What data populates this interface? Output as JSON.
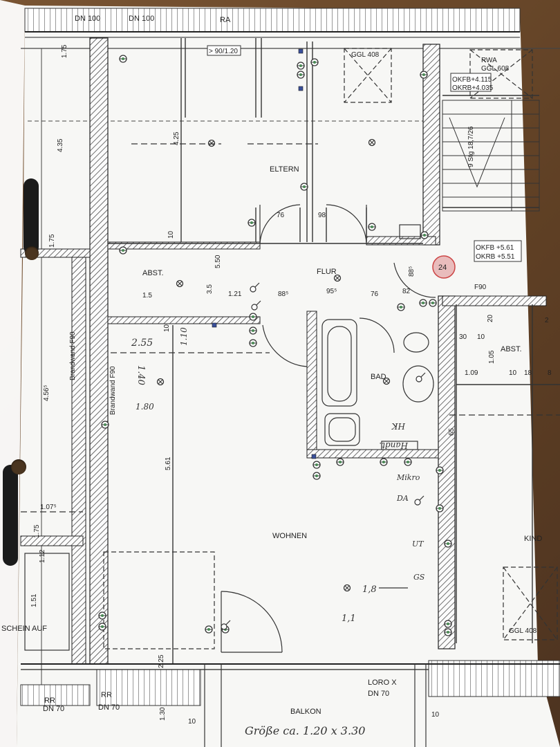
{
  "plan": {
    "top_labels": [
      "DN 100",
      "DN 100",
      "RA"
    ],
    "opening_label": "> 90/1.20",
    "skylights": [
      {
        "label": "GGL 408"
      },
      {
        "label": "RWA",
        "sub": "GGL 608"
      },
      {
        "label": "GGL 408"
      }
    ],
    "levels_top": [
      "OKFB+4.115",
      "OKRB+4.035"
    ],
    "levels_stair": [
      "OKFB +5.61",
      "OKRB +5.51"
    ],
    "stair_label": "9 Stg 18,7/26",
    "room_number": "24",
    "rooms": {
      "eltern": "ELTERN",
      "flur": "FLUR",
      "abst_left": "ABST.",
      "abst_right": "ABST.",
      "bad": "BAD",
      "wohnen": "WOHNEN",
      "kind": "KIND",
      "balkon": "BALKON"
    },
    "walls": {
      "brandwand_1": "Brandwand F90",
      "brandwand_2": "Brandwand F90",
      "f90": "F90"
    },
    "dimensions": [
      "1.75",
      "4.35",
      "1.75",
      "4.56⁵",
      "1.07⁵",
      "1.75",
      "1.12",
      "1.51",
      "4.25",
      "10",
      "76",
      "98",
      "5.50",
      "3.5",
      "1.21",
      "88⁵",
      "95⁵",
      "76",
      "82",
      "88⁵",
      "1.5",
      "10",
      "5.61",
      "2.25",
      "10",
      "1.30",
      "10",
      "30",
      "10",
      "20",
      "1.09",
      "1.05",
      "10",
      "18",
      "8",
      "65",
      "2"
    ],
    "left_labels": [
      "SCHEIN AUF"
    ],
    "bottom_labels": [
      "RR",
      "DN 70",
      "RR",
      "DN 70",
      "LORO X",
      "DN 70"
    ],
    "handwritten": {
      "dim_a": "2.55",
      "dim_b": "1.40",
      "dim_c": "1.10",
      "dim_d": "1.80",
      "bath_wash": "Handt.",
      "bath_hk": "HK",
      "mikro": "Mikro",
      "da": "DA",
      "ut": "UT",
      "gs": "GS",
      "light_18": "1,8",
      "light_11": "1,1",
      "bottom_note": "Größe ca. 1.20 x 3.30"
    }
  }
}
